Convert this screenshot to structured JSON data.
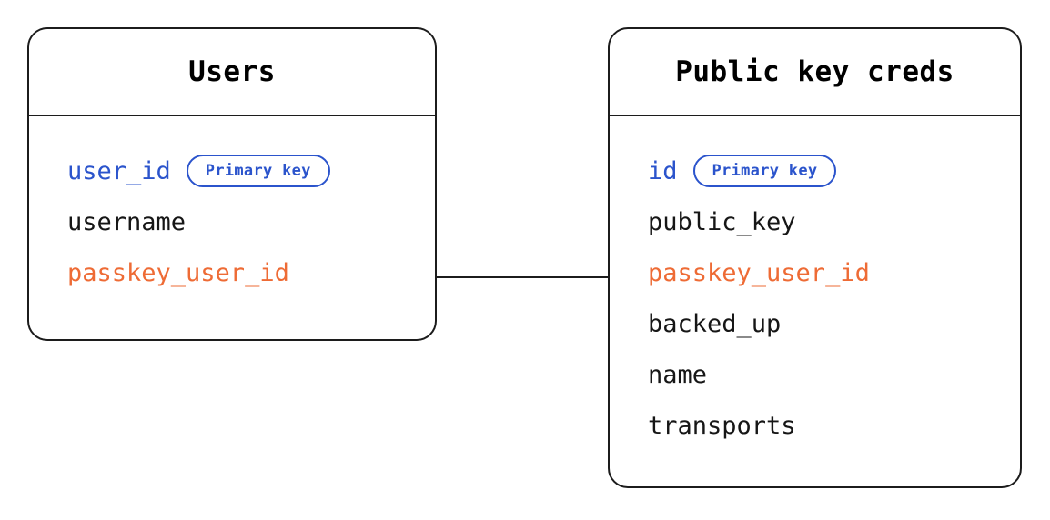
{
  "diagram": {
    "type": "entity-relationship",
    "background_color": "#ffffff",
    "accent_colors": {
      "primary_key": "#2b54cc",
      "foreign_key": "#ee6b35",
      "border": "#1c1c1c",
      "text": "#161616"
    },
    "entities": [
      {
        "id": "users",
        "title": "Users",
        "fields": [
          {
            "name": "user_id",
            "role": "primary_key",
            "badge": "Primary key"
          },
          {
            "name": "username",
            "role": "plain",
            "badge": null
          },
          {
            "name": "passkey_user_id",
            "role": "foreign_key",
            "badge": null
          }
        ]
      },
      {
        "id": "public_key_creds",
        "title": "Public key creds",
        "fields": [
          {
            "name": "id",
            "role": "primary_key",
            "badge": "Primary key"
          },
          {
            "name": "public_key",
            "role": "plain",
            "badge": null
          },
          {
            "name": "passkey_user_id",
            "role": "foreign_key",
            "badge": null
          },
          {
            "name": "backed_up",
            "role": "plain",
            "badge": null
          },
          {
            "name": "name",
            "role": "plain",
            "badge": null
          },
          {
            "name": "transports",
            "role": "plain",
            "badge": null
          }
        ]
      }
    ],
    "relationships": [
      {
        "from_entity": "users",
        "from_field": "passkey_user_id",
        "to_entity": "public_key_creds",
        "to_field": "passkey_user_id",
        "style": "solid-line",
        "label": ""
      }
    ]
  }
}
